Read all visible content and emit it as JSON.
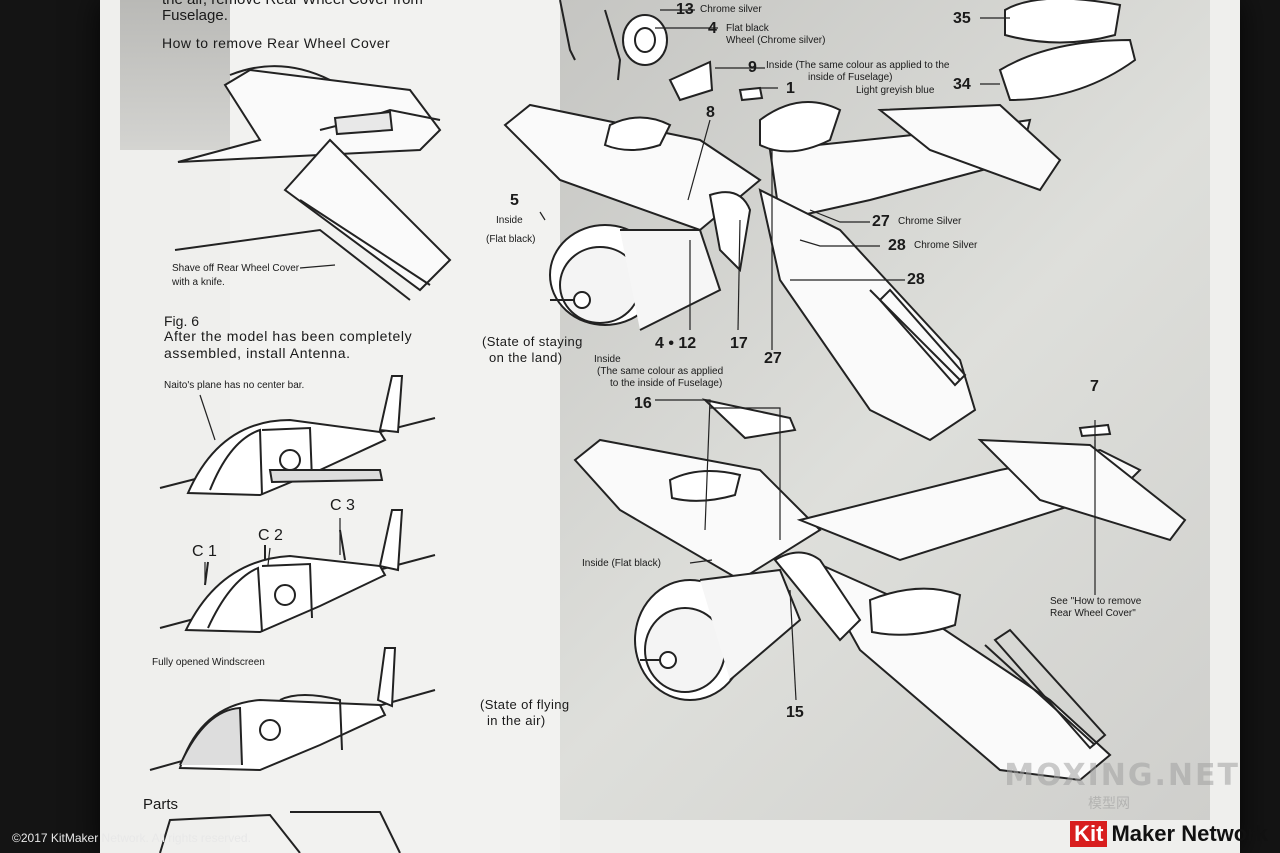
{
  "left": {
    "fuselage_top": "the air, remove Rear Wheel Cover from",
    "fuselage": "Fuselage.",
    "how_to_remove": "How to remove Rear Wheel Cover",
    "shave_line1": "Shave off Rear Wheel Cover",
    "shave_line2": "with a knife.",
    "fig6": "Fig. 6",
    "after_line1": "After the model has been completely",
    "after_line2": "assembled, install Antenna.",
    "naito": "Naito's plane has no center bar.",
    "c1": "C 1",
    "c2": "C 2",
    "c3": "C 3",
    "fully_opened": "Fully opened Windscreen",
    "parts": "Parts"
  },
  "right": {
    "n13": "13",
    "chrome_silver_13": "Chrome silver",
    "n4_top": "4",
    "flat_black_wheel": "Flat black",
    "wheel_chrome": "Wheel (Chrome silver)",
    "n9": "9",
    "inside_same_1": "Inside (The same colour as applied to the",
    "inside_same_2": "inside of Fuselage)",
    "n1": "1",
    "light_greyish": "Light greyish blue",
    "n35": "35",
    "n34": "34",
    "n8": "8",
    "n5": "5",
    "inside_5": "Inside",
    "flat_black_5": "(Flat black)",
    "n27a": "27",
    "chrome_27": "Chrome Silver",
    "n28a": "28",
    "chrome_28": "Chrome Silver",
    "n28b": "28",
    "state_land_1": "(State of staying",
    "state_land_2": "on the land)",
    "inside_b1": "Inside",
    "inside_b2": "(The same colour as applied",
    "inside_b3": "to the inside of Fuselage)",
    "n4_12": "4 • 12",
    "n17": "17",
    "n27b": "27",
    "n16": "16",
    "n7": "7",
    "inside_flat_black": "Inside (Flat black)",
    "see_how_1": "See \"How to remove",
    "see_how_2": "Rear Wheel Cover\"",
    "state_air_1": "(State of flying",
    "state_air_2": "in the air)",
    "n15": "15"
  },
  "watermark": "MOXING.NET",
  "watermark_sub": "模型网",
  "brand_kit": "Kit",
  "brand_rest": "Maker Network",
  "copyright": "©2017 KitMaker Network. All rights reserved."
}
